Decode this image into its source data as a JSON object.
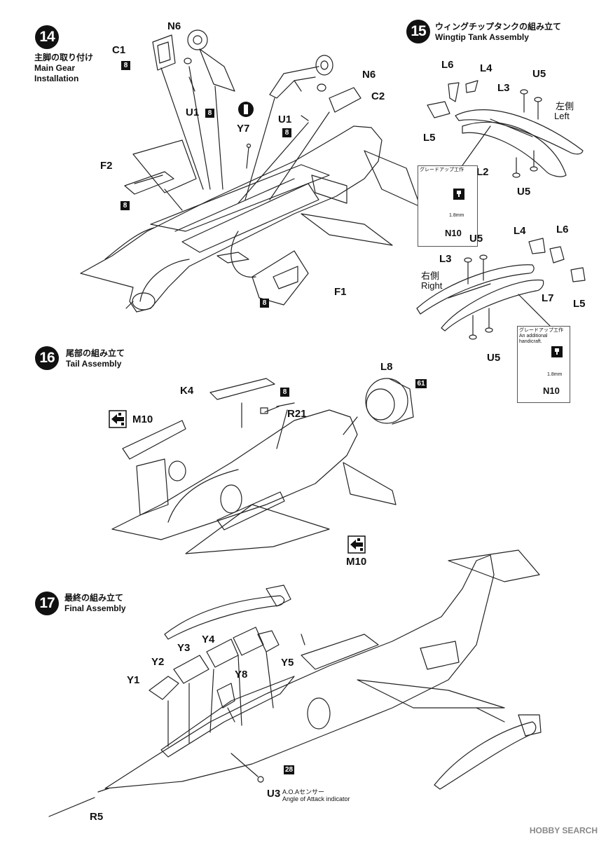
{
  "steps": {
    "s14": {
      "num": "14",
      "title_ja": "主脚の取り付け",
      "title_en1": "Main Gear",
      "title_en2": "Installation"
    },
    "s15": {
      "num": "15",
      "title_ja": "ウィングチップタンクの組み立て",
      "title_en": "Wingtip Tank Assembly"
    },
    "s16": {
      "num": "16",
      "title_ja": "尾部の組み立て",
      "title_en": "Tail Assembly"
    },
    "s17": {
      "num": "17",
      "title_ja": "最終の組み立て",
      "title_en": "Final Assembly"
    }
  },
  "parts14": {
    "n6a": "N6",
    "c1": "C1",
    "u1a": "U1",
    "y7": "Y7",
    "n6b": "N6",
    "c2": "C2",
    "u1b": "U1",
    "f2": "F2",
    "f1": "F1"
  },
  "parts15": {
    "l6a": "L6",
    "l4a": "L4",
    "l3a": "L3",
    "u5a": "U5",
    "l5a": "L5",
    "l2": "L2",
    "u5b": "U5",
    "n10a": "N10",
    "u5c": "U5",
    "l4b": "L4",
    "l6b": "L6",
    "l3b": "L3",
    "l7": "L7",
    "l5b": "L5",
    "u5d": "U5",
    "n10b": "N10",
    "left_ja": "左側",
    "left_en": "Left",
    "right_ja": "右側",
    "right_en": "Right"
  },
  "note": {
    "ja": "グレードアップ工作",
    "en1": "An additional",
    "en2": "handicraft.",
    "dim": "1.8mm"
  },
  "parts16": {
    "l8": "L8",
    "k4": "K4",
    "r21": "R21",
    "m10a": "M10",
    "m10b": "M10"
  },
  "parts17": {
    "y4": "Y4",
    "y3": "Y3",
    "y2": "Y2",
    "y1": "Y1",
    "y8": "Y8",
    "y5": "Y5",
    "u3": "U3",
    "r5": "R5",
    "aoa_ja": "A.O.Aセンサー",
    "aoa_en": "Angle of Attack indicator"
  },
  "colors": {
    "c8": "8",
    "c61": "61",
    "c28": "28",
    "c8b": "8",
    "c8c": "8",
    "c8d": "8",
    "c8e": "8",
    "c8f": "8"
  },
  "watermark": "HOBBY SEARCH",
  "icons": [
    "marker-I-icon",
    "drill-hole-icon",
    "cement-arrow-icon"
  ]
}
